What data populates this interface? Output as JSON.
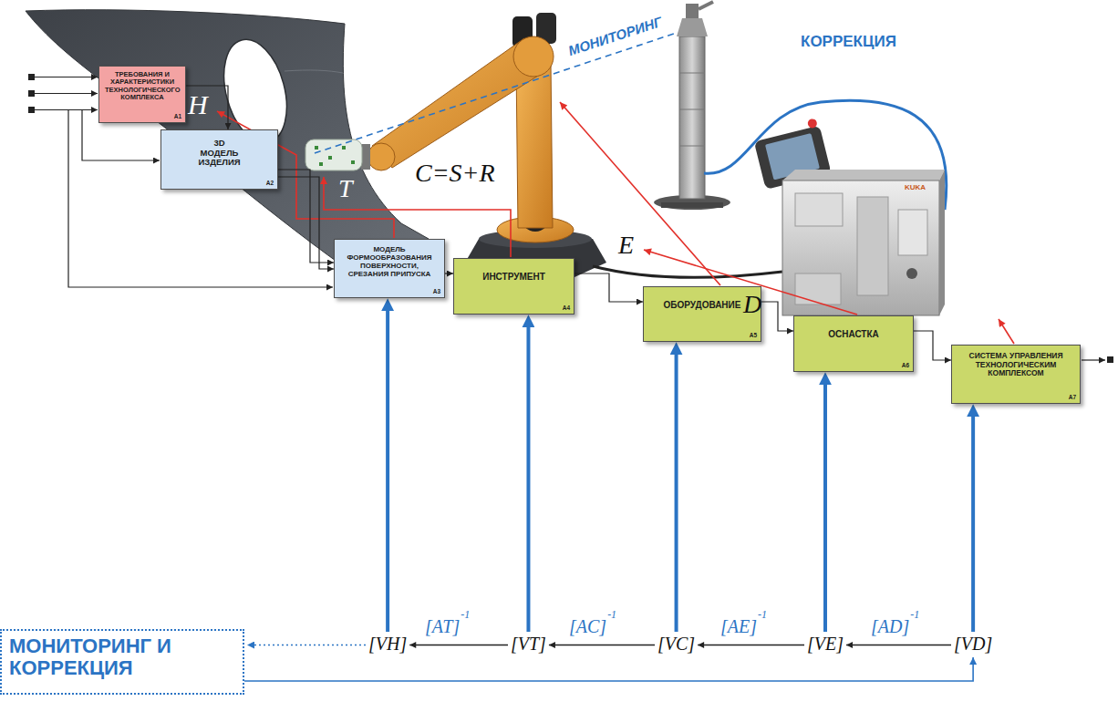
{
  "diagram": {
    "nodes": [
      {
        "text": [
          "ТРЕБОВАНИЯ И ХАРАКТЕРИСТИКИ ТЕХНОЛОГИЧЕСКОГО КОМПЛЕКСА",
          "A1"
        ]
      },
      {
        "text": [
          "3D МОДЕЛЬ ИЗДЕЛИЯ",
          "A2"
        ]
      },
      {
        "text": [
          "МОДЕЛЬ ФОРМООБРАЗОВАНИЯ ПОВЕРХНОСТИ, СРЕЗАНИЯ ПРИПУСКА",
          "A3"
        ]
      },
      {
        "text": [
          "ИНСТРУМЕНТ",
          "A4"
        ]
      },
      {
        "text": [
          "ОБОРУДОВАНИЕ",
          "A5"
        ]
      },
      {
        "text": [
          "ОСНАСТКА",
          "A6"
        ]
      },
      {
        "text": [
          "СИСТЕМА УПРАВЛЕНИЯ ТЕХНОЛОГИЧЕСКИМ КОМПЛЕКСОМ",
          "A7"
        ]
      },
      {
        "text": [
          "МОНИТОРИНГ И КОРРЕКЦИЯ"
        ]
      }
    ],
    "edges": [
      {
        "from": 0,
        "to": 1,
        "arrow": "to"
      },
      {
        "from": 1,
        "to": 2,
        "arrow": "to"
      },
      {
        "from": 1,
        "to": 2,
        "arrow": "to"
      },
      {
        "from": 2,
        "to": 3,
        "arrow": "to"
      },
      {
        "from": 3,
        "to": 4,
        "arrow": "to"
      },
      {
        "from": 4,
        "to": 5,
        "arrow": "to"
      },
      {
        "from": 5,
        "to": 6,
        "arrow": "to"
      }
    ],
    "labels": [
      "МОНИТОРИНГ",
      "КОРРЕКЦИЯ",
      "H",
      "C=S+R",
      "KUKA",
      "T",
      "E",
      "D",
      "[AT]",
      "-1",
      "[AC]",
      "-1",
      "[AE]",
      "-1",
      "[AD]",
      "-1",
      "[VH]",
      "[VT]",
      "[VC]",
      "[VE]",
      "[VD]"
    ]
  }
}
